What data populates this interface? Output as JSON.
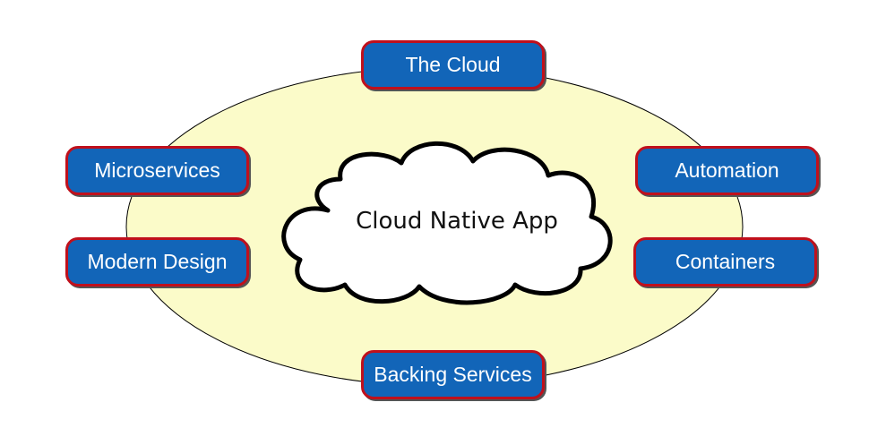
{
  "diagram": {
    "center": {
      "label": "Cloud Native App"
    },
    "nodes": {
      "the_cloud": "The Cloud",
      "microservices": "Microservices",
      "modern_design": "Modern Design",
      "automation": "Automation",
      "containers": "Containers",
      "backing_services": "Backing Services"
    }
  },
  "colors": {
    "ellipse_fill": "#fbfbc9",
    "node_fill": "#1265b8",
    "node_border": "#c0101c",
    "node_text": "#ffffff",
    "cloud_fill": "#ffffff",
    "cloud_outline": "#000000"
  }
}
